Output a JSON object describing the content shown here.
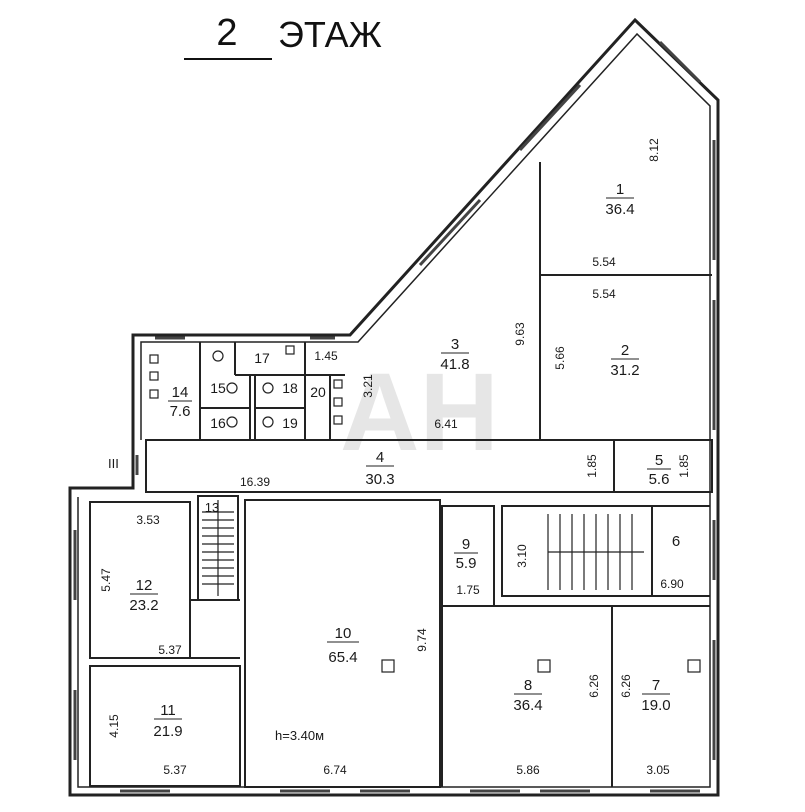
{
  "title": {
    "number": "2",
    "word": "ЭТАЖ"
  },
  "watermark": "АН",
  "section_mark": "III",
  "ceiling": "h=3.40м",
  "rooms": [
    {
      "id": "r1",
      "num": "1",
      "area": "36.4"
    },
    {
      "id": "r2",
      "num": "2",
      "area": "31.2"
    },
    {
      "id": "r3",
      "num": "3",
      "area": "41.8"
    },
    {
      "id": "r4",
      "num": "4",
      "area": "30.3"
    },
    {
      "id": "r5",
      "num": "5",
      "area": "5.6"
    },
    {
      "id": "r6",
      "num": "6",
      "area": ""
    },
    {
      "id": "r7",
      "num": "7",
      "area": "19.0"
    },
    {
      "id": "r8",
      "num": "8",
      "area": "36.4"
    },
    {
      "id": "r9",
      "num": "9",
      "area": "5.9"
    },
    {
      "id": "r10",
      "num": "10",
      "area": "65.4"
    },
    {
      "id": "r11",
      "num": "11",
      "area": "21.9"
    },
    {
      "id": "r12",
      "num": "12",
      "area": "23.2"
    },
    {
      "id": "r14",
      "num": "14",
      "area": "7.6"
    }
  ],
  "small_labels": [
    "13",
    "15",
    "16",
    "17",
    "18",
    "19",
    "20"
  ],
  "dimensions": [
    "8.12",
    "5.54",
    "5.54",
    "9.63",
    "5.66",
    "3.21",
    "6.41",
    "1.45",
    "16.39",
    "1.85",
    "1.85",
    "3.53",
    "5.47",
    "5.37",
    "4.15",
    "5.37",
    "9.74",
    "6.74",
    "3.10",
    "1.75",
    "6.90",
    "6.26",
    "6.26",
    "5.86",
    "3.05"
  ]
}
